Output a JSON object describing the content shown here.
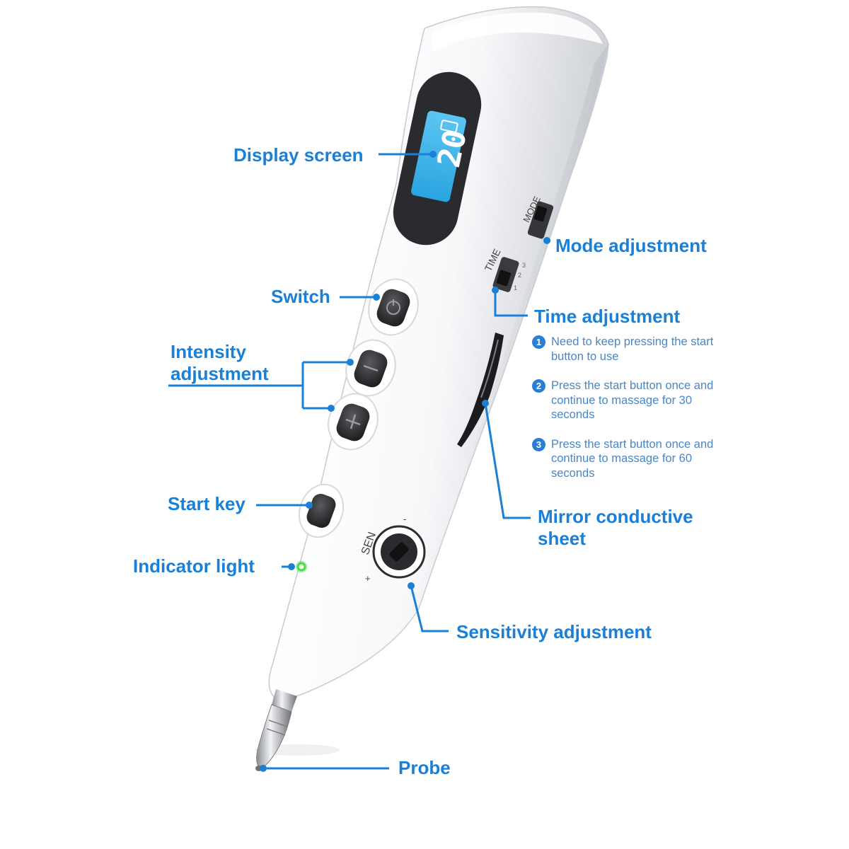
{
  "display": {
    "digits": "20"
  },
  "pen_markings": {
    "mode": "MODE",
    "time": "TIME",
    "sen": "SEN",
    "plus": "+",
    "minus": "-",
    "time_ticks": [
      "1",
      "2",
      "3"
    ]
  },
  "labels": {
    "display_screen": "Display screen",
    "mode_adjustment": "Mode adjustment",
    "switch": "Switch",
    "time_adjustment": "Time adjustment",
    "intensity_adjustment": "Intensity adjustment",
    "start_key": "Start key",
    "indicator_light": "Indicator light",
    "mirror_conductive_sheet": "Mirror conductive sheet",
    "sensitivity_adjustment": "Sensitivity adjustment",
    "probe": "Probe"
  },
  "time_notes": [
    {
      "number": "1",
      "text": "Need to keep pressing the start button to use"
    },
    {
      "number": "2",
      "text": "Press the start button once and continue to massage for 30 seconds"
    },
    {
      "number": "3",
      "text": "Press the start button once and continue to massage for 60 seconds"
    }
  ],
  "colors": {
    "label_blue": "#1a7fd6",
    "note_blue": "#4a86c5",
    "screen_cyan": "#3fb3ea",
    "indicator_green": "#39d33b",
    "button_dark": "#2c2c2e"
  }
}
